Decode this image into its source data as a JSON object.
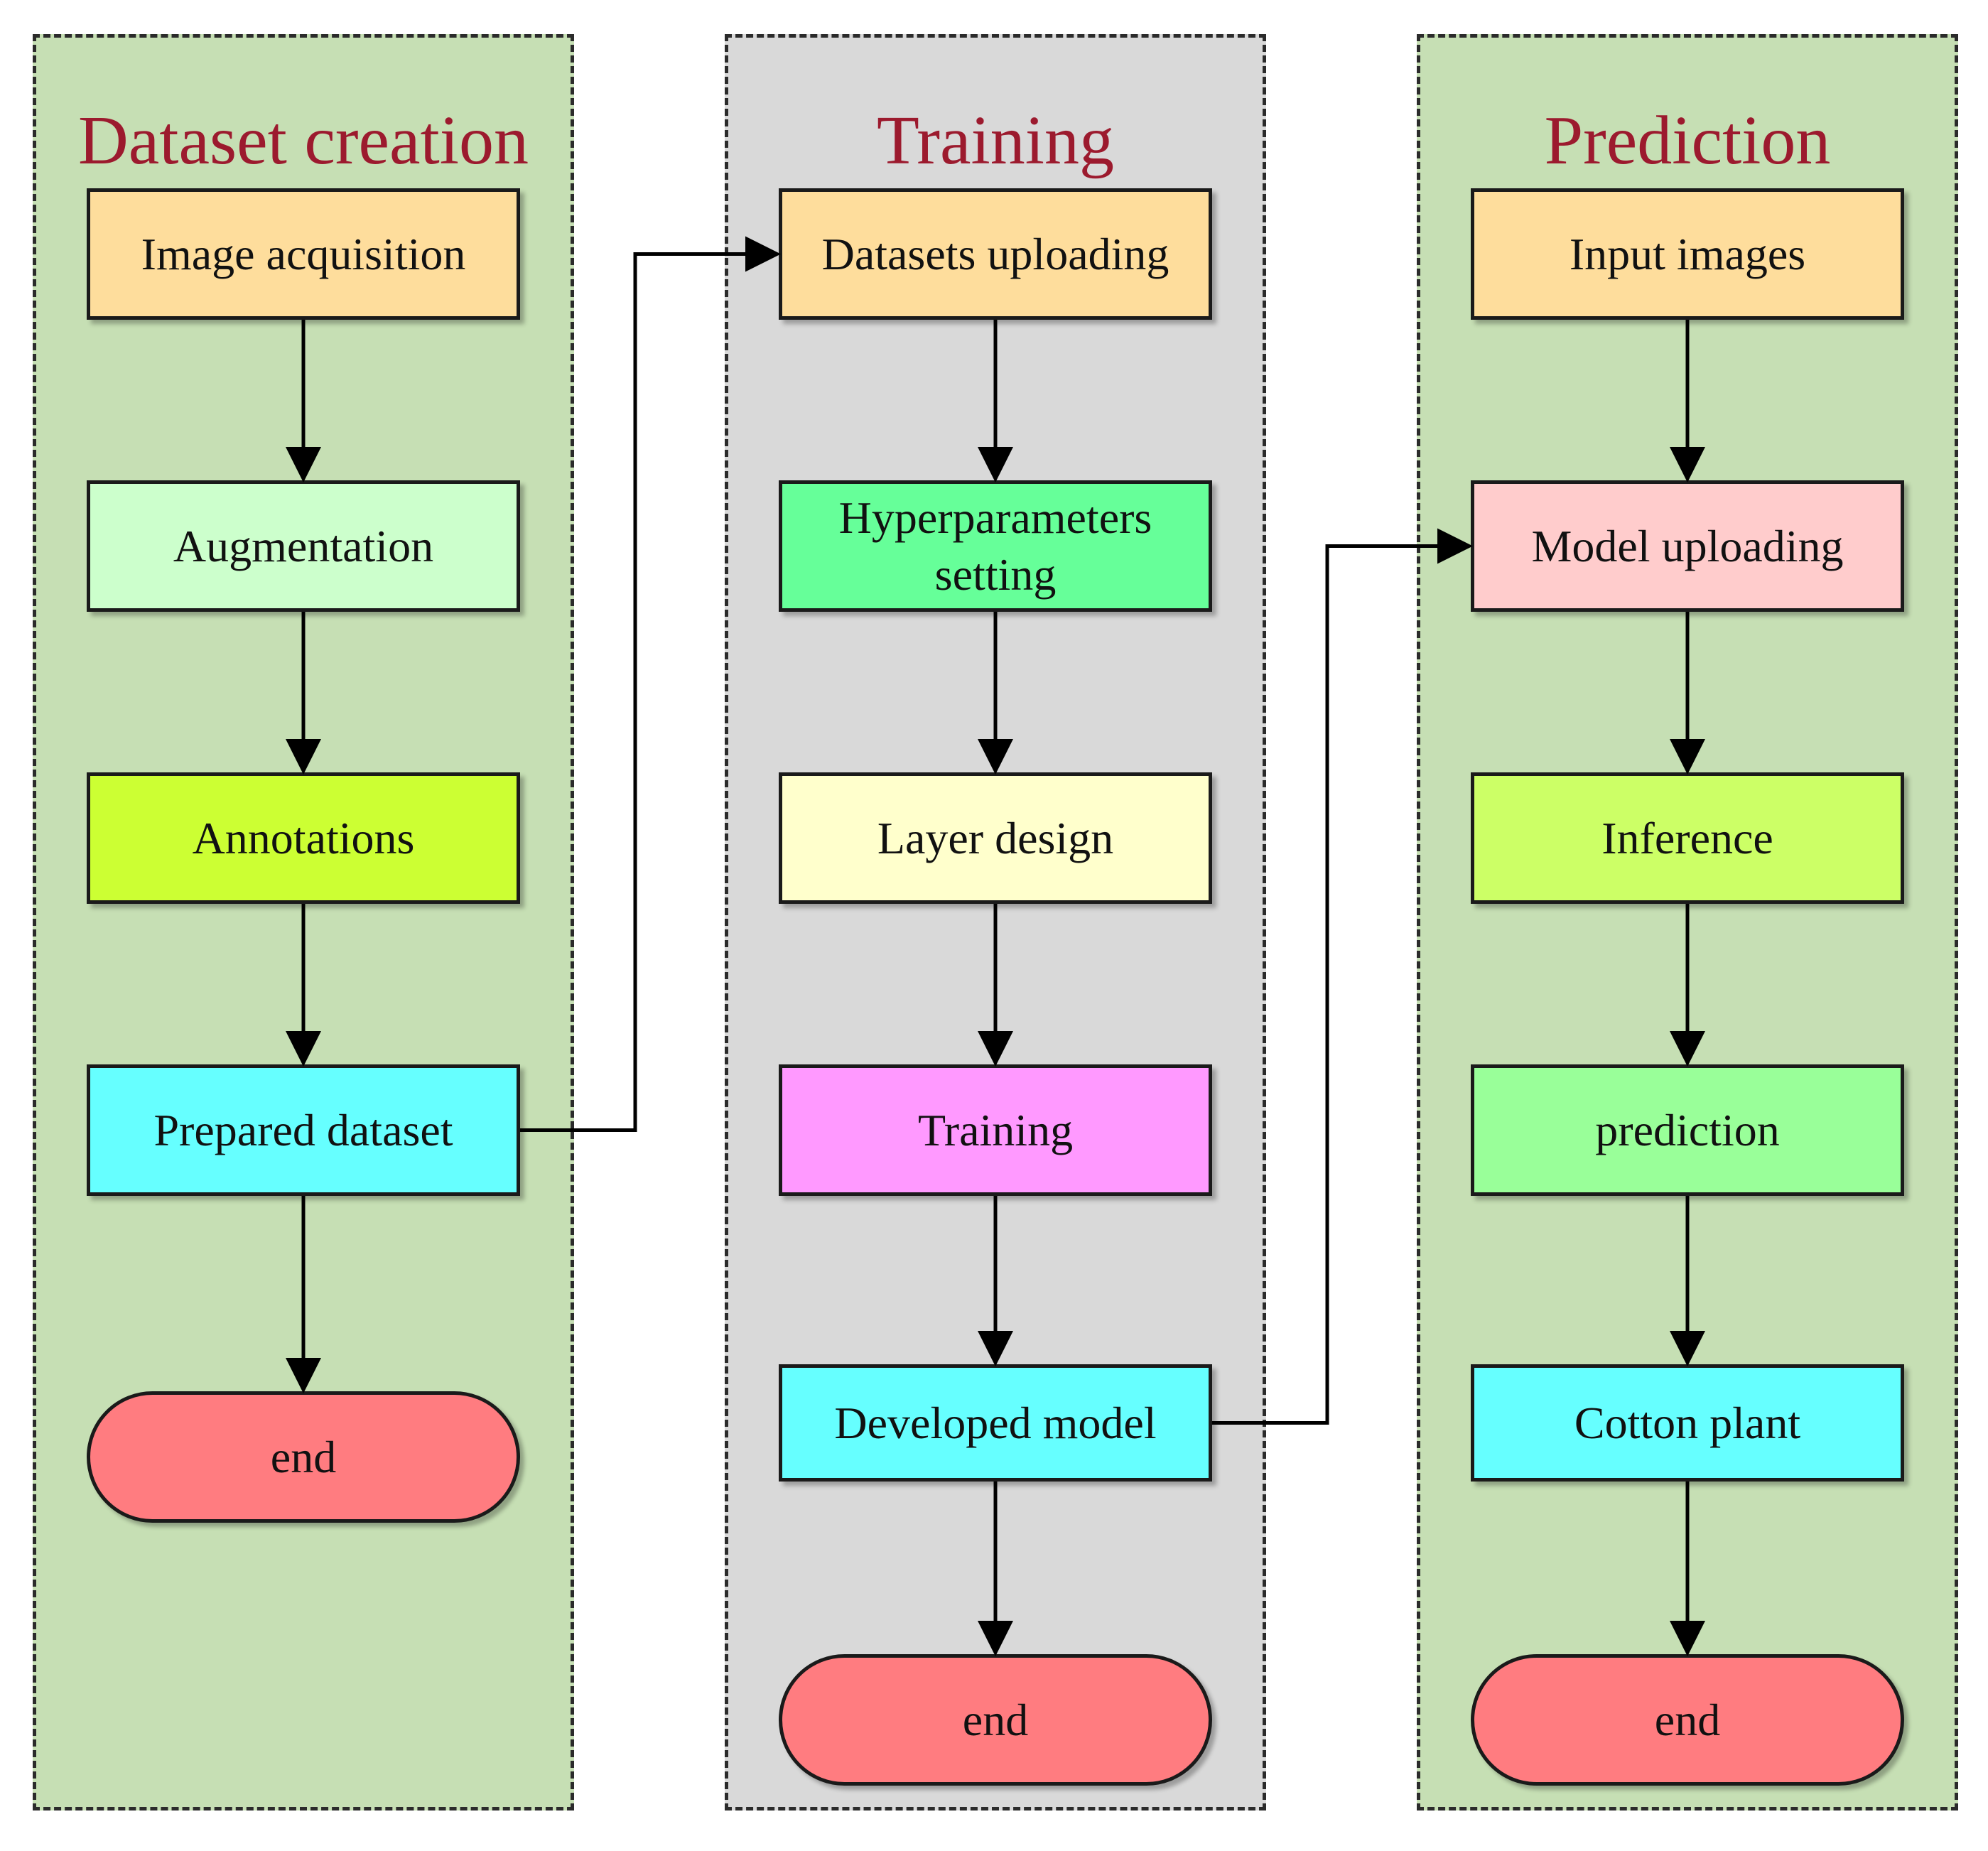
{
  "panels": [
    {
      "id": "dataset-creation",
      "title": "Dataset creation",
      "background": "#c6dfb4",
      "nodes": [
        {
          "label": "Image acquisition",
          "fill": "#fedd9c",
          "shape": "rect"
        },
        {
          "label": "Augmentation",
          "fill": "#ccffcc",
          "shape": "rect"
        },
        {
          "label": "Annotations",
          "fill": "#ccff33",
          "shape": "rect"
        },
        {
          "label": "Prepared dataset",
          "fill": "#66ffff",
          "shape": "rect"
        },
        {
          "label": "end",
          "fill": "#ff7c80",
          "shape": "terminal"
        }
      ]
    },
    {
      "id": "training",
      "title": "Training",
      "background": "#d9d9d9",
      "nodes": [
        {
          "label": "Datasets uploading",
          "fill": "#fedd9c",
          "shape": "rect"
        },
        {
          "label": "Hyperparameters setting",
          "fill": "#66ff99",
          "shape": "rect"
        },
        {
          "label": "Layer design",
          "fill": "#ffffcc",
          "shape": "rect"
        },
        {
          "label": "Training",
          "fill": "#ff99ff",
          "shape": "rect"
        },
        {
          "label": "Developed model",
          "fill": "#66ffff",
          "shape": "rect"
        },
        {
          "label": "end",
          "fill": "#ff7c80",
          "shape": "terminal"
        }
      ]
    },
    {
      "id": "prediction",
      "title": "Prediction",
      "background": "#c6dfb4",
      "nodes": [
        {
          "label": "Input images",
          "fill": "#fedd9c",
          "shape": "rect"
        },
        {
          "label": "Model uploading",
          "fill": "#ffcccc",
          "shape": "rect"
        },
        {
          "label": "Inference",
          "fill": "#ccff66",
          "shape": "rect"
        },
        {
          "label": "prediction",
          "fill": "#99ff99",
          "shape": "rect"
        },
        {
          "label": "Cotton plant",
          "fill": "#66ffff",
          "shape": "rect"
        },
        {
          "label": "end",
          "fill": "#ff7c80",
          "shape": "terminal"
        }
      ]
    }
  ],
  "edges": [
    {
      "from": "dataset-creation.0",
      "to": "dataset-creation.1"
    },
    {
      "from": "dataset-creation.1",
      "to": "dataset-creation.2"
    },
    {
      "from": "dataset-creation.2",
      "to": "dataset-creation.3"
    },
    {
      "from": "dataset-creation.3",
      "to": "dataset-creation.4"
    },
    {
      "from": "training.0",
      "to": "training.1"
    },
    {
      "from": "training.1",
      "to": "training.2"
    },
    {
      "from": "training.2",
      "to": "training.3"
    },
    {
      "from": "training.3",
      "to": "training.4"
    },
    {
      "from": "training.4",
      "to": "training.5"
    },
    {
      "from": "prediction.0",
      "to": "prediction.1"
    },
    {
      "from": "prediction.1",
      "to": "prediction.2"
    },
    {
      "from": "prediction.2",
      "to": "prediction.3"
    },
    {
      "from": "prediction.3",
      "to": "prediction.4"
    },
    {
      "from": "prediction.4",
      "to": "prediction.5"
    },
    {
      "from": "dataset-creation.3",
      "to": "training.0"
    },
    {
      "from": "training.4",
      "to": "prediction.1"
    }
  ],
  "colors": {
    "title": "#9c1a2e",
    "border": "#1a1a1a",
    "panel_border": "#2b2b2b",
    "connector": "#000000"
  }
}
